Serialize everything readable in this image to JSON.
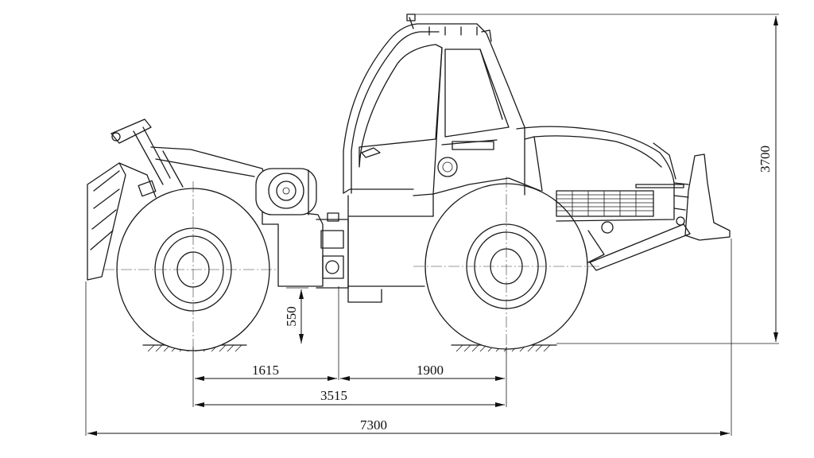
{
  "dimensions": {
    "wheelbase_rear": "1615",
    "wheelbase_front": "1900",
    "wheelbase_total": "3515",
    "overall_length": "7300",
    "overall_height": "3700",
    "ground_clearance": "550"
  },
  "drawing": {
    "units": "mm",
    "stroke_color": "#1a1a1a",
    "background": "#ffffff"
  }
}
